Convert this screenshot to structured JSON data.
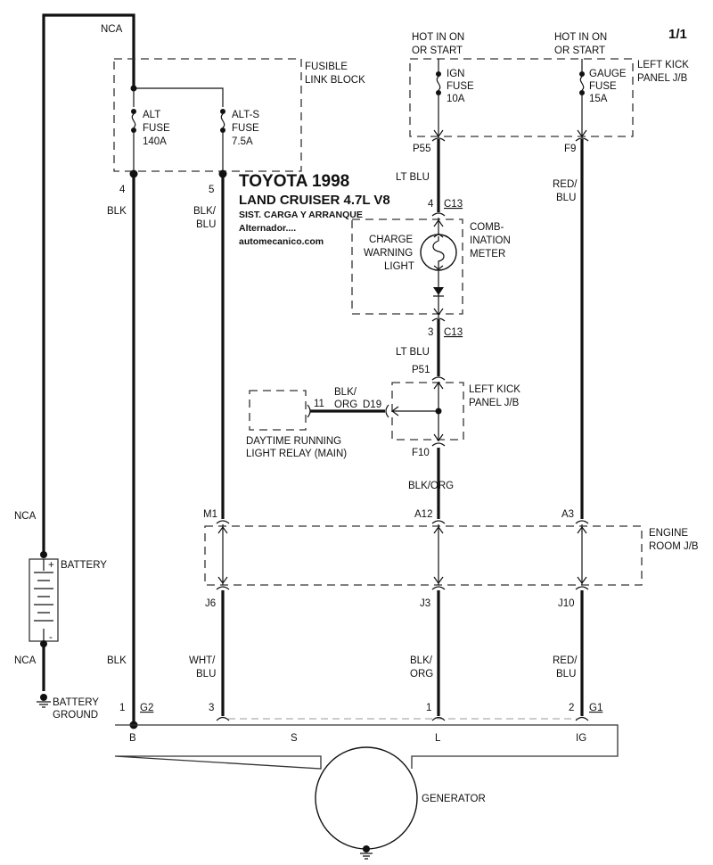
{
  "page_indicator": "1/1",
  "header": {
    "make_year": "TOYOTA  1998",
    "model": "LAND CRUISER  4.7L  V8",
    "system": "SIST. CARGA Y ARRANQUE",
    "subtitle": "Alternador....",
    "website": "automecanico.com"
  },
  "fusible_link_block": {
    "label_line1": "FUSIBLE",
    "label_line2": "LINK BLOCK",
    "alt_fuse": [
      "ALT",
      "FUSE",
      "140A"
    ],
    "alt_s_fuse": [
      "ALT-S",
      "FUSE",
      "7.5A"
    ],
    "alt_pin": "4",
    "alt_s_pin": "5"
  },
  "left_kick_panel_top": {
    "label_line1": "LEFT KICK",
    "label_line2": "PANEL J/B",
    "ign_hot": [
      "HOT IN ON",
      "OR START"
    ],
    "gauge_hot": [
      "HOT IN ON",
      "OR START"
    ],
    "ign_fuse": [
      "IGN",
      "FUSE",
      "10A"
    ],
    "gauge_fuse": [
      "GAUGE",
      "FUSE",
      "15A"
    ],
    "ign_connector": "P55",
    "gauge_connector": "F9"
  },
  "combination_meter": {
    "label": [
      "COMB-",
      "INATION",
      "METER"
    ],
    "lamp_label": [
      "CHARGE",
      "WARNING",
      "LIGHT"
    ],
    "pin_in": "4",
    "connector_in": "C13",
    "pin_out": "3",
    "connector_out": "C13"
  },
  "left_kick_panel_mid": {
    "label_line1": "LEFT KICK",
    "label_line2": "PANEL J/B",
    "connector_in": "P51",
    "connector_out": "F10",
    "connector_side": "D19"
  },
  "drl_relay": {
    "label_line1": "DAYTIME RUNNING",
    "label_line2": "LIGHT RELAY (MAIN)",
    "pin": "11",
    "wire_color": [
      "BLK/",
      "ORG"
    ]
  },
  "engine_room_jb": {
    "label_line1": "ENGINE",
    "label_line2": "ROOM J/B",
    "top_connectors": [
      "M1",
      "A12",
      "A3"
    ],
    "bottom_connectors": [
      "J6",
      "J3",
      "J10"
    ]
  },
  "battery": {
    "label": "BATTERY",
    "plus": "+",
    "minus": "-",
    "nca_top": "NCA",
    "nca_bottom": "NCA",
    "ground_line1": "BATTERY",
    "ground_line2": "GROUND"
  },
  "wires": {
    "nca_top": "NCA",
    "alt_blk": "BLK",
    "alt_s": [
      "BLK/",
      "BLU"
    ],
    "ign_lt_blu_1": "LT BLU",
    "ign_lt_blu_2": "LT BLU",
    "gauge_red_blu": [
      "RED/",
      "BLU"
    ],
    "f10_blk_org": "BLK/ORG",
    "b_blk": "BLK",
    "s_wht_blu": [
      "WHT/",
      "BLU"
    ],
    "l_blk_org": [
      "BLK/",
      "ORG"
    ],
    "ig_red_blu": [
      "RED/",
      "BLU"
    ]
  },
  "generator": {
    "label": "GENERATOR",
    "terminals": [
      "B",
      "S",
      "L",
      "IG"
    ],
    "b_pin": "1",
    "b_connector": "G2",
    "s_pin": "3",
    "l_pin": "1",
    "ig_pin": "2",
    "ig_connector": "G1"
  }
}
